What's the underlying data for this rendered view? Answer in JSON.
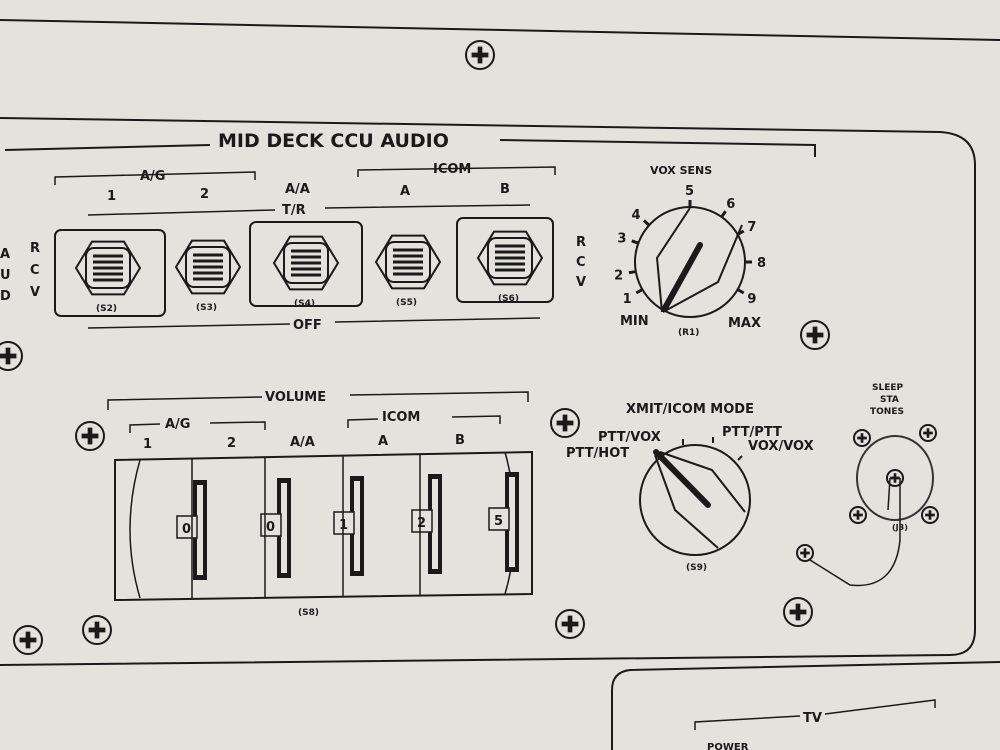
{
  "panel": {
    "title": "MID DECK CCU AUDIO"
  },
  "left_edge": {
    "partial_label": [
      "A",
      "U",
      "D"
    ],
    "rcv": [
      "R",
      "C",
      "V"
    ]
  },
  "tr_switches": {
    "ag_label": "A/G",
    "ag_1": "1",
    "ag_2": "2",
    "aa_label": "A/A",
    "tr_label": "T/R",
    "icom_label": "ICOM",
    "icom_a": "A",
    "icom_b": "B",
    "off_label": "OFF",
    "rcv": [
      "R",
      "C",
      "V"
    ],
    "switches": [
      "(S2)",
      "(S3)",
      "(S4)",
      "(S5)",
      "(S6)"
    ]
  },
  "vox_sens": {
    "title": "VOX SENS",
    "ticks": [
      "1",
      "2",
      "3",
      "4",
      "5",
      "6",
      "7",
      "8",
      "9"
    ],
    "min": "MIN",
    "max": "MAX",
    "ref": "(R1)",
    "setting": "MIN"
  },
  "volume": {
    "title": "VOLUME",
    "ag_label": "A/G",
    "icom_label": "ICOM",
    "channels": [
      {
        "label": "1",
        "value": "0"
      },
      {
        "label": "2",
        "value": "0"
      },
      {
        "label": "A/A",
        "value": "1"
      },
      {
        "label": "A",
        "value": "2"
      },
      {
        "label": "B",
        "value": "5"
      }
    ],
    "ref": "(S8)"
  },
  "xmit_mode": {
    "title": "XMIT/ICOM MODE",
    "positions": [
      "PTT/HOT",
      "PTT/VOX",
      "PTT/PTT",
      "VOX/VOX"
    ],
    "selected": "PTT/HOT",
    "ref": "(S9)"
  },
  "sleep_tones": {
    "title": [
      "SLEEP",
      "STA",
      "TONES"
    ],
    "ref": "(J3)"
  },
  "tv_panel": {
    "title": "TV",
    "sub": "POWER"
  }
}
